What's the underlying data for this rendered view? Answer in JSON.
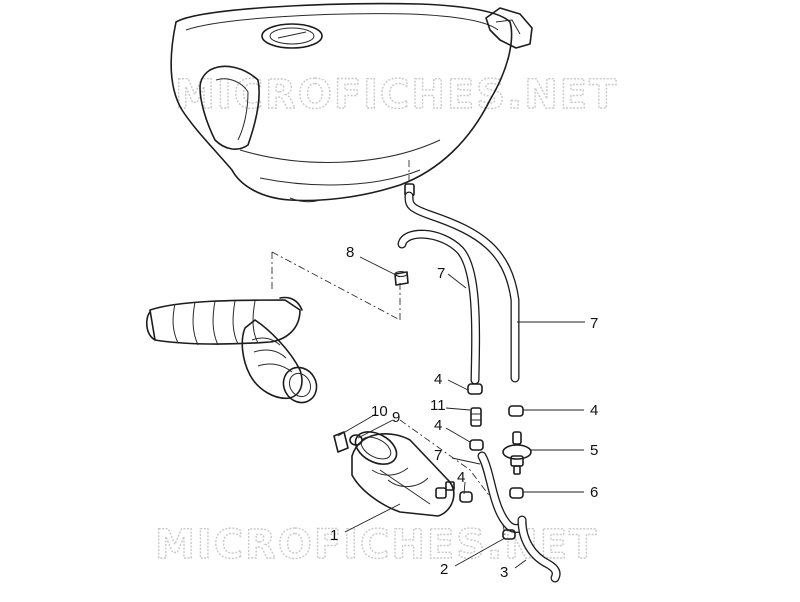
{
  "watermark": {
    "text": "MICROFICHES.NET"
  },
  "callouts": [
    {
      "id": "c8",
      "label": "8"
    },
    {
      "id": "c7a",
      "label": "7"
    },
    {
      "id": "c7b",
      "label": "7"
    },
    {
      "id": "c4a",
      "label": "4"
    },
    {
      "id": "c11",
      "label": "11"
    },
    {
      "id": "c4b",
      "label": "4"
    },
    {
      "id": "c10",
      "label": "10"
    },
    {
      "id": "c9",
      "label": "9"
    },
    {
      "id": "c7c",
      "label": "7"
    },
    {
      "id": "c4c",
      "label": "4"
    },
    {
      "id": "c4d",
      "label": "4"
    },
    {
      "id": "c5",
      "label": "5"
    },
    {
      "id": "c6",
      "label": "6"
    },
    {
      "id": "c1",
      "label": "1"
    },
    {
      "id": "c2",
      "label": "2"
    },
    {
      "id": "c3",
      "label": "3"
    }
  ]
}
